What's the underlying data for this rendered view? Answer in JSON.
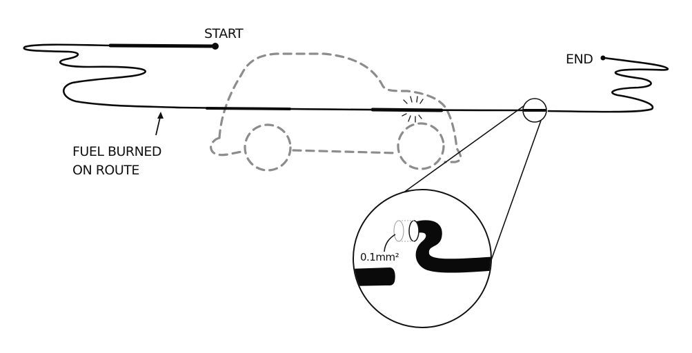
{
  "title": "Fuel burned on route",
  "labels": {
    "start": "START",
    "end": "END",
    "fuel_line1": "FUEL BURNED",
    "fuel_line2": "ON ROUTE",
    "cross_section": "0.1mm²"
  },
  "colors": {
    "ink": "#0a0a0a",
    "car_outline": "#8c8c8c",
    "background": "#ffffff"
  },
  "elements": {
    "route_line": "fuel-route-path",
    "car": "dashed-car-outline",
    "magnifier": "zoom-inset-circle"
  }
}
